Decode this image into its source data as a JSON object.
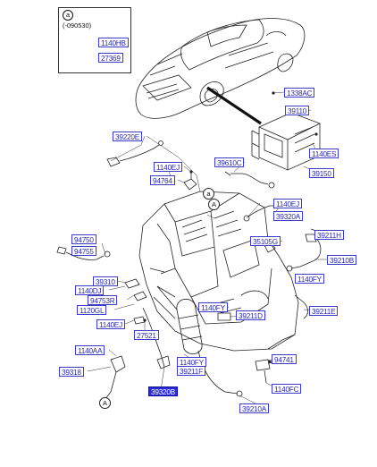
{
  "inset": {
    "marker": "a",
    "note": "(-090530)"
  },
  "callouts": {
    "a_circle": "a",
    "A_top": "A",
    "A_bottom": "A"
  },
  "labels": {
    "l1140HB": "1140HB",
    "l27369": "27369",
    "l1338AC": "1338AC",
    "l39110": "39110",
    "l1140ES": "1140ES",
    "l39150": "39150",
    "l39220E": "39220E",
    "l1140EJ_a": "1140EJ",
    "l39610C": "39610C",
    "l94764": "94764",
    "l1140EJ_b": "1140EJ",
    "l39320A": "39320A",
    "l94750": "94750",
    "l94755": "94755",
    "l35105G": "35105G",
    "l39211H": "39211H",
    "l39210B": "39210B",
    "l1140FY_a": "1140FY",
    "l39310": "39310",
    "l1140DJ": "1140DJ",
    "l94753R": "94753R",
    "l1120GL": "1120GL",
    "l1140FY_b": "1140FY",
    "l39211D": "39211D",
    "l39211E": "39211E",
    "l1140EJ_c": "1140EJ",
    "l27521": "27521",
    "l1140AA": "1140AA",
    "l1140FY_c": "1140FY",
    "l39211F": "39211F",
    "l39318": "39318",
    "l94741": "94741",
    "l1140FC": "1140FC",
    "l39320B": "39320B",
    "l39210A": "39210A"
  }
}
